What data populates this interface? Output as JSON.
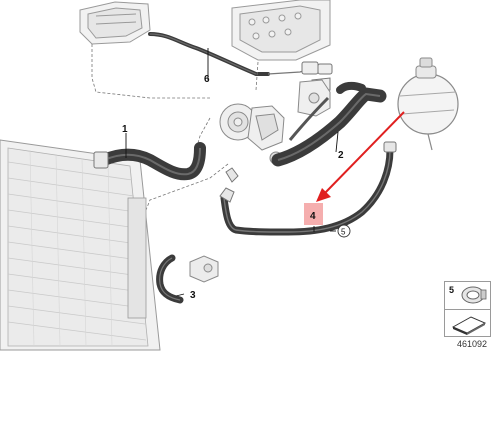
{
  "diagram": {
    "part_labels": [
      "1",
      "2",
      "3",
      "4",
      "5",
      "6"
    ],
    "callout_circle": "5",
    "highlight_label": "4",
    "legend_label": "5",
    "figure_id": "461092",
    "colors": {
      "hose": "#3b3b3b",
      "hose_highlight": "#6a6a6a",
      "outline": "#555555",
      "highlight_box": "#f3a0a0",
      "arrow": "#e02020"
    },
    "icons": [
      "radiator-icon",
      "expansion-tank-icon",
      "engine-block-icon",
      "water-pump-icon",
      "thermostat-icon",
      "clamp-icon",
      "fastener-icon"
    ]
  }
}
